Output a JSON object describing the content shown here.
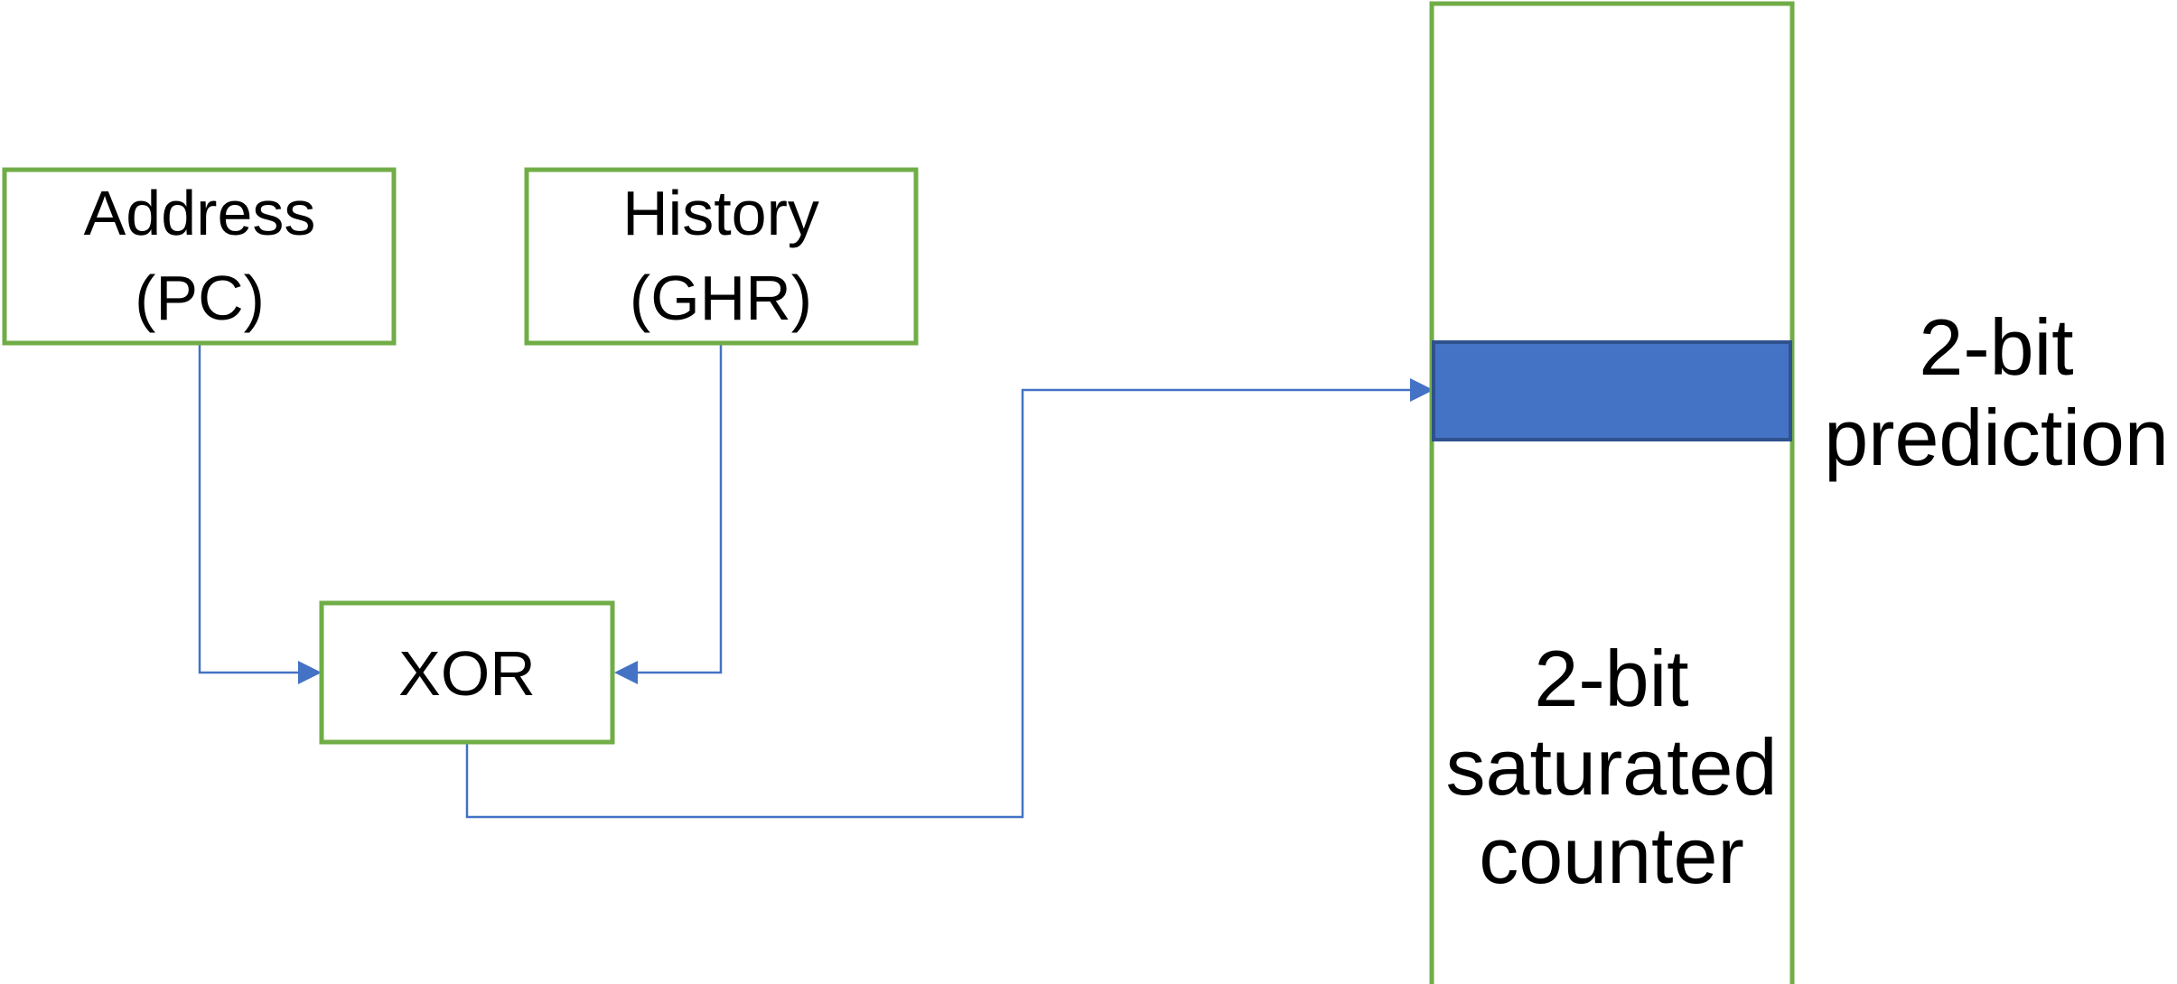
{
  "nodes": {
    "address": {
      "line1": "Address",
      "line2": "(PC)"
    },
    "history": {
      "line1": "History",
      "line2": "(GHR)"
    },
    "xor": {
      "label": "XOR"
    },
    "counter_table": {
      "line1": "2-bit",
      "line2": "saturated",
      "line3": "counter"
    }
  },
  "output": {
    "line1": "2-bit",
    "line2": "prediction"
  },
  "colors": {
    "box_border": "#70AD47",
    "wire": "#4472C4",
    "selected_entry_fill": "#4472C4",
    "selected_entry_border": "#2F528F"
  }
}
